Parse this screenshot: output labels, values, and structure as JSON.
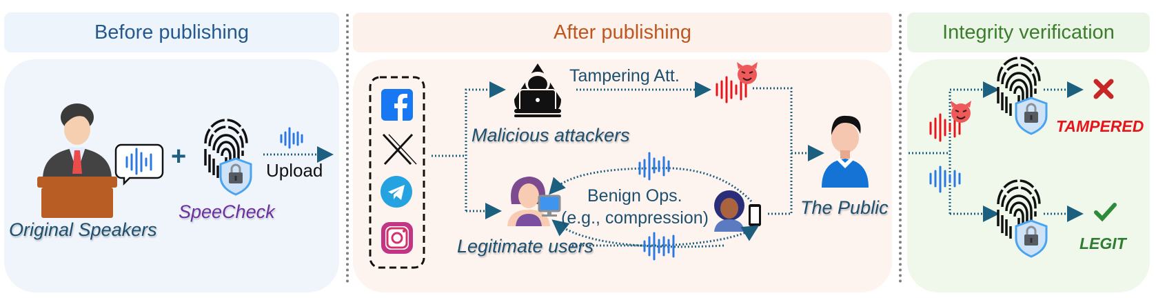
{
  "sections": {
    "before": {
      "title": "Before publishing",
      "title_color": "#23598e",
      "header_bg": "#eef4fb",
      "panel_bg": "#f0f5fc"
    },
    "after": {
      "title": "After publishing",
      "title_color": "#c0561f",
      "header_bg": "#fdf1ec",
      "panel_bg": "#fdf4f0"
    },
    "verify": {
      "title": "Integrity verification",
      "title_color": "#3a7d2a",
      "header_bg": "#ecf6e8",
      "panel_bg": "#eff8ea"
    }
  },
  "before": {
    "speaker_label": "Original Speakers",
    "plus": "+",
    "method_label": "SpeeCheck",
    "method_color": "#6b2fa0",
    "upload_label": "Upload"
  },
  "after": {
    "platforms": [
      "facebook",
      "x",
      "telegram",
      "instagram"
    ],
    "attacker_label": "Malicious attackers",
    "tamper_label": "Tampering Att.",
    "legit_label": "Legitimate users",
    "benign_label_line1": "Benign Ops.",
    "benign_label_line2": "(e.g., compression)",
    "public_label": "The Public"
  },
  "verify": {
    "tampered_label": "TAMPERED",
    "tampered_color": "#e8141c",
    "legit_label": "LEGIT",
    "legit_color": "#2e7d32",
    "reject_symbol": "✕",
    "accept_symbol": "✓"
  },
  "colors": {
    "arrow": "#1d5f7e",
    "wave_blue": "#2a78e0",
    "wave_red": "#e8141c",
    "devil": "#ee5a5a"
  }
}
